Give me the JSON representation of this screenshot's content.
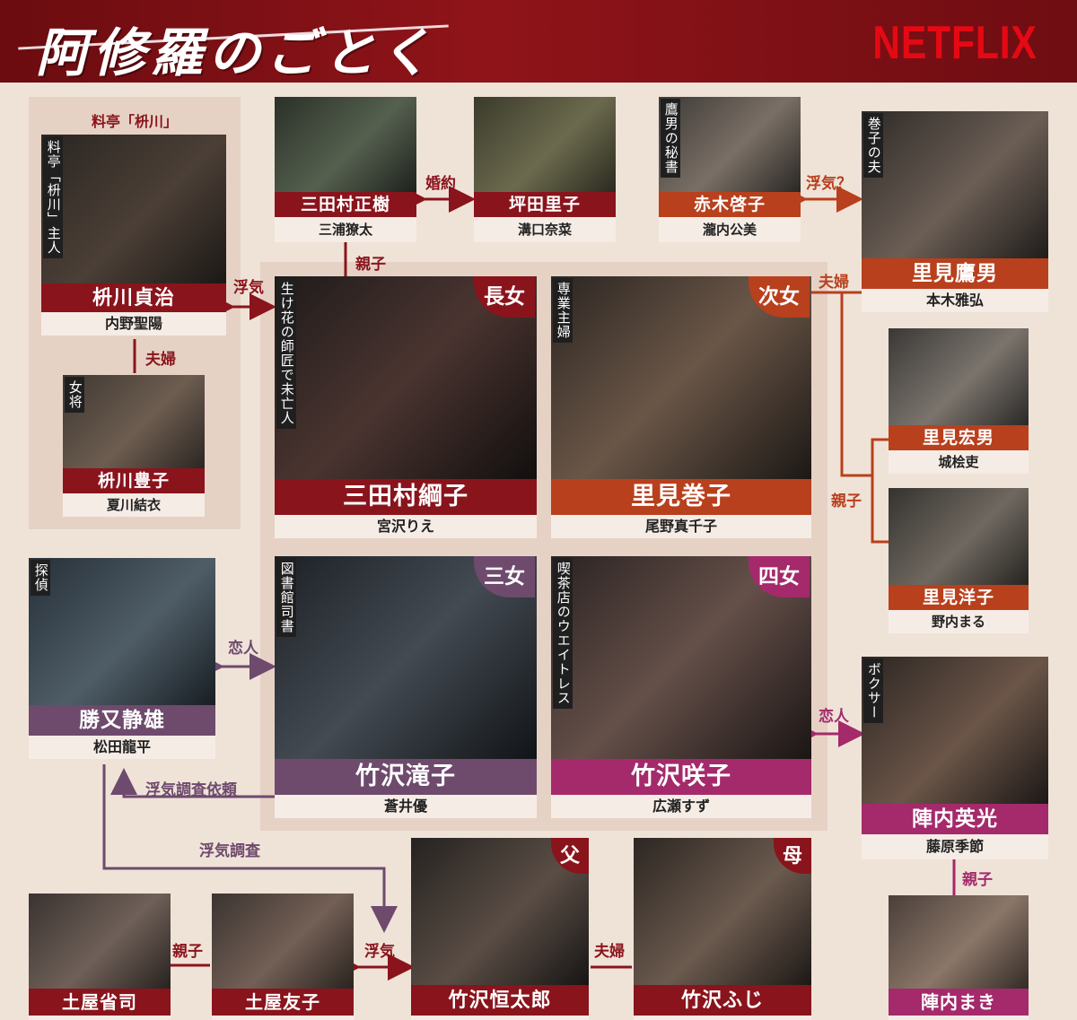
{
  "header": {
    "title": "阿修羅のごとく",
    "brand": "NETFLIX"
  },
  "ryotei_label": "料亭「枡川」",
  "people": {
    "masuk_sadaji": {
      "name": "枡川貞治",
      "actor": "内野聖陽",
      "tag": "料亭「枡川」主人"
    },
    "masuk_toyoko": {
      "name": "枡川豊子",
      "actor": "夏川結衣",
      "tag": "女将"
    },
    "mitamura_masaki": {
      "name": "三田村正樹",
      "actor": "三浦獠太"
    },
    "tsubota_satoko": {
      "name": "坪田里子",
      "actor": "溝口奈菜"
    },
    "akagi_keiko": {
      "name": "赤木啓子",
      "actor": "瀧内公美",
      "tag": "鷹男の秘書"
    },
    "satomi_takao": {
      "name": "里見鷹男",
      "actor": "本木雅弘",
      "tag": "巻子の夫"
    },
    "mitamura_tsunako": {
      "name": "三田村綱子",
      "actor": "宮沢りえ",
      "tag": "生け花の師匠で未亡人",
      "badge": "長女"
    },
    "satomi_makiko": {
      "name": "里見巻子",
      "actor": "尾野真千子",
      "tag": "専業主婦",
      "badge": "次女"
    },
    "satomi_hiroo": {
      "name": "里見宏男",
      "actor": "城桧吏"
    },
    "satomi_yoko": {
      "name": "里見洋子",
      "actor": "野内まる"
    },
    "katsumata_shizuo": {
      "name": "勝又静雄",
      "actor": "松田龍平",
      "tag": "探偵"
    },
    "takezawa_takiko": {
      "name": "竹沢滝子",
      "actor": "蒼井優",
      "tag": "図書館司書",
      "badge": "三女"
    },
    "takezawa_sakiko": {
      "name": "竹沢咲子",
      "actor": "広瀬すず",
      "tag": "喫茶店のウエイトレス",
      "badge": "四女"
    },
    "jinnai_hidemitsu": {
      "name": "陣内英光",
      "actor": "藤原季節",
      "tag": "ボクサー"
    },
    "tsuchiya_shoji": {
      "name": "土屋省司",
      "actor": ""
    },
    "tsuchiya_tomoko": {
      "name": "土屋友子",
      "actor": ""
    },
    "takezawa_kotaro": {
      "name": "竹沢恒太郎",
      "actor": "",
      "badge": "父"
    },
    "takezawa_fuji": {
      "name": "竹沢ふじ",
      "actor": "",
      "badge": "母"
    },
    "jinnai_maki": {
      "name": "陣内まき",
      "actor": ""
    }
  },
  "relations": {
    "engaged": "婚約",
    "uwaki_q": "浮気？",
    "oyako": "親子",
    "uwaki": "浮気",
    "fufu": "夫婦",
    "fufu2": "夫婦",
    "oyako2": "親子",
    "koibito": "恋人",
    "koibito2": "恋人",
    "investigate_request": "浮気調査依頼",
    "investigate": "浮気調査",
    "oyako3": "親子",
    "uwaki2": "浮気",
    "fufu3": "夫婦",
    "oyako4": "親子"
  },
  "colors": {
    "red": "#8a141c",
    "orange": "#b8401d",
    "purple": "#6e4a6d",
    "magenta": "#a42a6b"
  }
}
